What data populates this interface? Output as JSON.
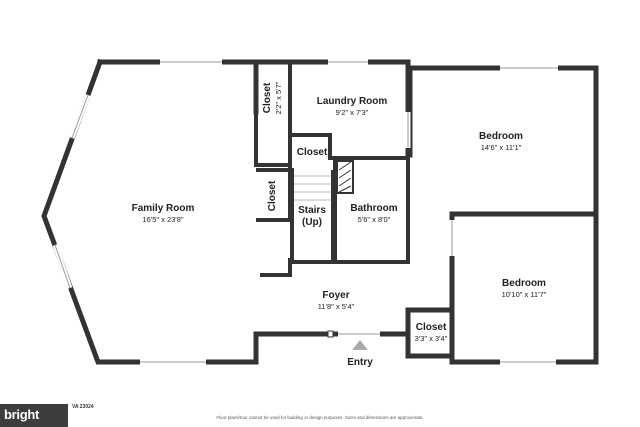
{
  "rooms": {
    "family_room": {
      "name": "Family Room",
      "dim": "16'5\" x 23'8\""
    },
    "laundry_room": {
      "name": "Laundry Room",
      "dim": "9'2\" x 7'3\""
    },
    "bedroom_top": {
      "name": "Bedroom",
      "dim": "14'6\" x 11'1\""
    },
    "bedroom_bottom": {
      "name": "Bedroom",
      "dim": "10'10\" x 11'7\""
    },
    "bathroom": {
      "name": "Bathroom",
      "dim": "5'6\" x 8'0\""
    },
    "foyer": {
      "name": "Foyer",
      "dim": "11'8\" x 5'4\""
    },
    "closet_vertical": {
      "name": "Closet",
      "dim": "2'2\" x 5'7\""
    },
    "closet_middle": {
      "name": "Closet"
    },
    "closet_left": {
      "name": "Closet"
    },
    "closet_bottom": {
      "name": "Closet",
      "dim": "3'3\" x 3'4\""
    },
    "stairs": {
      "name": "Stairs",
      "note": "(Up)"
    }
  },
  "entry_label": "Entry",
  "disclaimer": "Floor plans/tour cannot be used for building or design purposes. Sizes and dimensions are approximate.",
  "listing_code": "VA 23024",
  "logo": {
    "text": "bright"
  }
}
